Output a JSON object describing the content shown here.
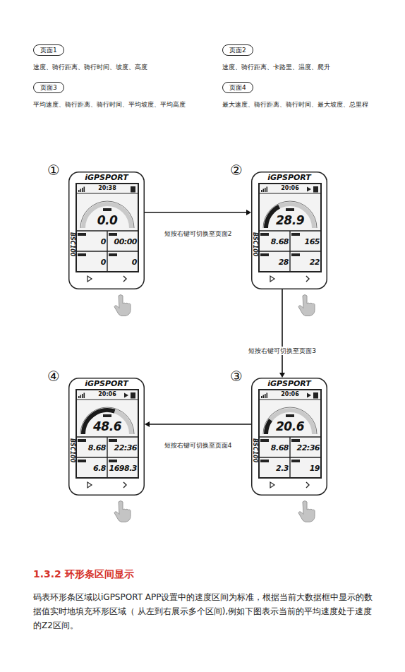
{
  "diagram": {
    "title": "1.3.2 环形条区间显示",
    "nodes": [
      {
        "text": [
          "页面1"
        ]
      },
      {
        "text": [
          "页面2"
        ]
      },
      {
        "text": [
          "页面3"
        ]
      },
      {
        "text": [
          "页面4"
        ]
      },
      {
        "text": [
          "①",
          "iGPSPORT",
          "20:38",
          "0.0",
          "0",
          "00:00",
          "0",
          "0"
        ]
      },
      {
        "text": [
          "②",
          "iGPSPORT",
          "20:06",
          "28.9",
          "8.68",
          "165",
          "28",
          "22"
        ]
      },
      {
        "text": [
          "③",
          "iGPSPORT",
          "20:06",
          "20.6",
          "8.68",
          "22:36",
          "2.3",
          "19"
        ]
      },
      {
        "text": [
          "④",
          "iGPSPORT",
          "20:06",
          "48.6",
          "8.68",
          "22:36",
          "6.8",
          "1698.3"
        ]
      }
    ],
    "edges": [
      {
        "from": 4,
        "to": 5,
        "arrow": "to",
        "label": "短按右键可切换至页面2"
      },
      {
        "from": 5,
        "to": 6,
        "arrow": "to",
        "label": "短按右键可切换至页面3"
      },
      {
        "from": 6,
        "to": 7,
        "arrow": "to",
        "label": "短按右键可切换至页面4"
      }
    ],
    "labels": [
      "速度、骑行距离、骑行时间、坡度、高度",
      "速度、骑行距离、卡路里、温度、爬升",
      "平均速度、骑行距离、骑行时间、平均坡度、平均高度",
      "最大速度、骑行距离、骑行时间、最大坡度、总里程",
      "BSC100",
      "BSC100",
      "BSC100",
      "BSC100",
      "码表环形条区域以iGPSPORT APP设置中的速度区间为标准，根据当前大数据框中显示的数据值实时地填充环形区域（ 从左到右展示多个区间),例如下图表示当前的平均速度处于速度的Z2区间。"
    ]
  }
}
